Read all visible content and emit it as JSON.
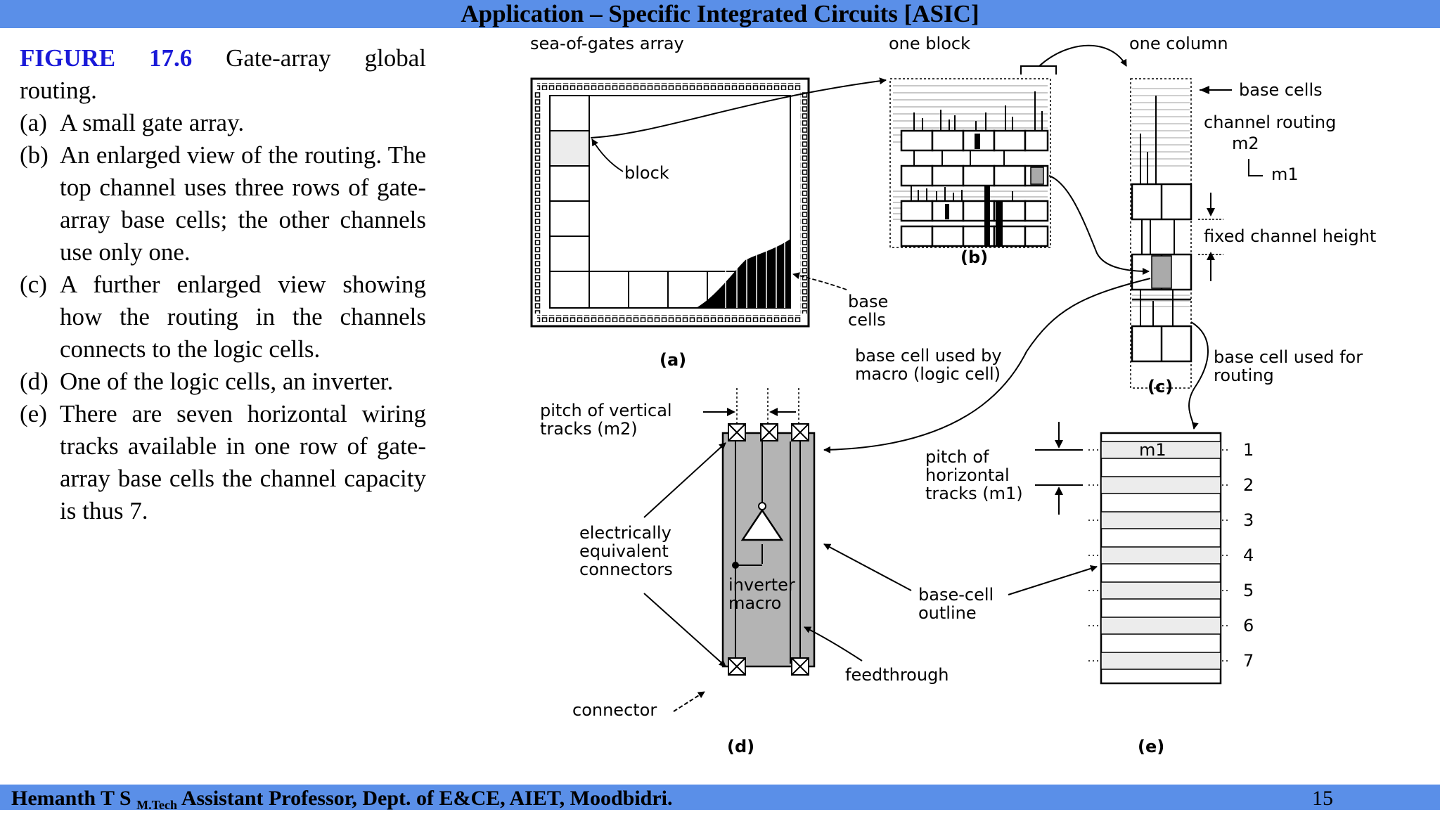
{
  "header": {
    "title": "Application – Specific Integrated Circuits [ASIC]"
  },
  "caption": {
    "figure_label": "FIGURE 17.6",
    "title_line1": "Gate-array global",
    "title_line2": "routing.",
    "items": [
      {
        "marker": "(a)",
        "text": "A small gate array."
      },
      {
        "marker": "(b)",
        "text": "An enlarged view of the routing. The top channel uses three rows of gate-array base cells; the other channels use only one."
      },
      {
        "marker": "(c)",
        "text": "A further enlarged view showing how the routing in the channels connects to the logic cells."
      },
      {
        "marker": "(d)",
        "text": "One of the logic cells, an inverter."
      },
      {
        "marker": "(e)",
        "text": "There are seven horizontal wiring tracks available in one row of gate-array base cells the channel capacity is thus 7."
      }
    ]
  },
  "figure": {
    "a": {
      "title": "sea-of-gates array",
      "block": "block",
      "base1": "base",
      "base2": "cells",
      "label": "(a)"
    },
    "b": {
      "title": "one block",
      "label": "(b)"
    },
    "c": {
      "title": "one column",
      "base_cells": "base cells",
      "channel_routing": "channel routing",
      "m2": "m2",
      "m1": "m1",
      "fixed_height": "fixed channel height",
      "label": "(c)",
      "macro1": "base cell used by",
      "macro2": "macro (logic cell)",
      "routing1": "base cell used for",
      "routing2": "routing"
    },
    "d": {
      "pitch1": "pitch of vertical",
      "pitch2": "tracks (m2)",
      "elec1": "electrically",
      "elec2": "equivalent",
      "elec3": "connectors",
      "inv1": "inverter",
      "inv2": "macro",
      "connector": "connector",
      "outline1": "base-cell",
      "outline2": "outline",
      "feed": "feedthrough",
      "label": "(d)"
    },
    "e": {
      "pitch1": "pitch of",
      "pitch2": "horizontal",
      "pitch3": "tracks (m1)",
      "m1": "m1",
      "tracks": [
        "1",
        "2",
        "3",
        "4",
        "5",
        "6",
        "7"
      ],
      "label": "(e)"
    }
  },
  "footer": {
    "author": "Hemanth T S",
    "degree": "M.Tech",
    "affiliation": "Assistant Professor, Dept. of E&CE, AIET, Moodbidri.",
    "page": "15"
  }
}
